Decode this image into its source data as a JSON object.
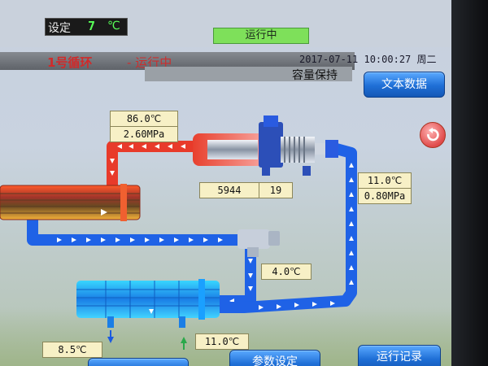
{
  "header": {
    "setpoint_label": "设定",
    "setpoint_value": "7",
    "setpoint_unit": "℃",
    "run_status": "运行中"
  },
  "titlebar": {
    "circuit_name": "1号循环",
    "separator": " - ",
    "circuit_state": "运行中",
    "datetime": "2017-07-11  10:00:27 周二",
    "mode": "容量保持"
  },
  "buttons": {
    "text_data": "文本数据",
    "param_settings": "参数设定",
    "run_log": "运行记录"
  },
  "readings": {
    "discharge_temp": "86.0℃",
    "discharge_pressure": "2.60MPa",
    "compressor_speed": "5944",
    "compressor_index": "19",
    "suction_temp": "11.0℃",
    "suction_pressure": "0.80MPa",
    "valve_outlet_temp": "4.0℃",
    "chilled_out_temp": "8.5℃",
    "chilled_in_temp": "11.0℃"
  },
  "colors": {
    "hot_pipe": "#e83a2a",
    "cold_pipe": "#1f62e6",
    "run_green": "#7ee05a",
    "button_blue": "#1f6fd6"
  },
  "icons": [
    "back-arrow-icon",
    "flow-arrow-icon",
    "water-out-arrow-icon",
    "water-in-arrow-icon"
  ]
}
